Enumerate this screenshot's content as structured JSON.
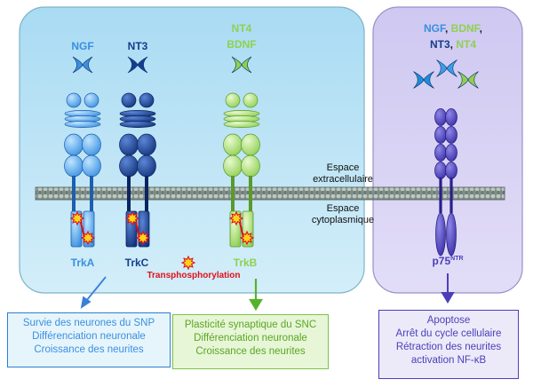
{
  "colors": {
    "trka": "#3a8fe0",
    "trkc": "#153d8f",
    "trkb": "#8fd14f",
    "p75": "#4b3fb8",
    "left_panel": "#bde3f5",
    "right_panel": "#d8d3f3",
    "arrow_left": "#3a80d8",
    "arrow_mid": "#55b22c",
    "arrow_right": "#4b3fb8",
    "transphos": "#e0101a"
  },
  "ligands": {
    "ngf": "NGF",
    "nt3": "NT3",
    "nt4": "NT4",
    "bdnf": "BDNF",
    "p75_line1": {
      "a": "NGF",
      "sep1": ", ",
      "b": "BDNF",
      "sep2": ","
    },
    "p75_line2": {
      "a": "NT3",
      "sep": ", ",
      "b": "NT4"
    }
  },
  "receptors": {
    "trka": "TrkA",
    "trkc": "TrkC",
    "trkb": "TrkB",
    "p75": "p75",
    "p75_sup": "NTR"
  },
  "membrane": {
    "extracellular_l1": "Espace",
    "extracellular_l2": "extracellulaire",
    "cytoplasmic_l1": "Espace",
    "cytoplasmic_l2": "cytoplasmique"
  },
  "transphosphorylation": "Transphosphorylation",
  "boxes": {
    "snp": [
      "Survie des neurones du SNP",
      "Différenciation neuronale",
      "Croissance des neurites"
    ],
    "snc": [
      "Plasticité synaptique du SNC",
      "Différenciation neuronale",
      "Croissance des neurites"
    ],
    "apop": [
      "Apoptose",
      "Arrêt du cycle cellulaire",
      "Rétraction des neurites",
      "activation NF-κB"
    ]
  }
}
